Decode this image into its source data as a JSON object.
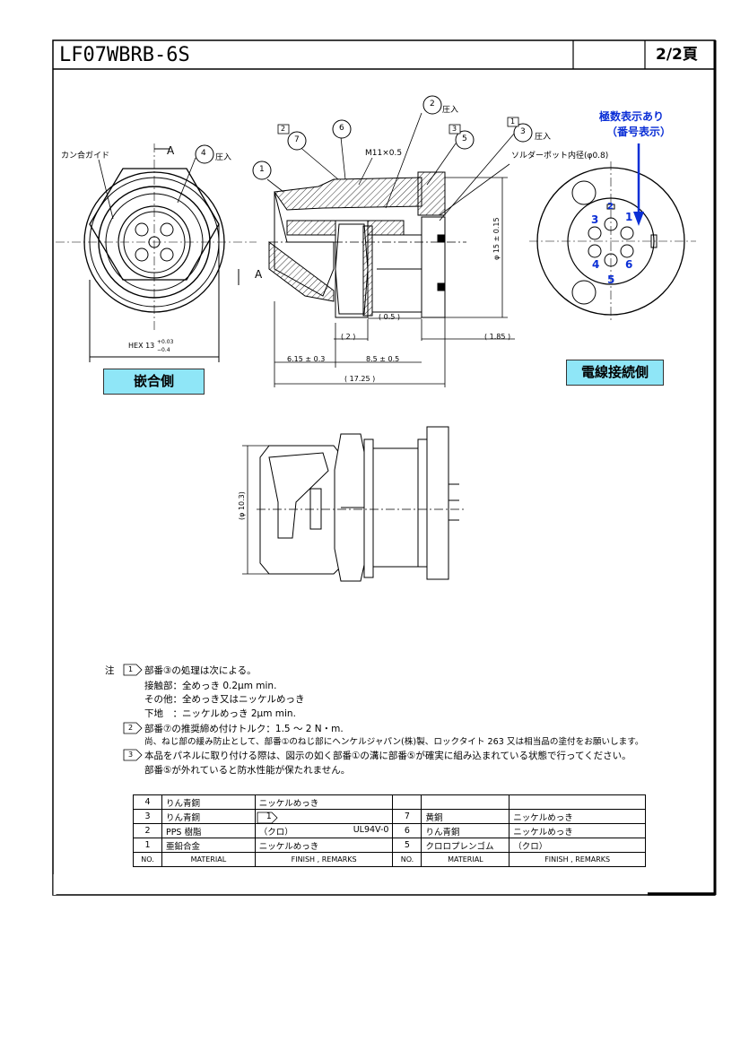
{
  "header": {
    "part_no": "LF07WBRB-6S",
    "page": "2/2頁"
  },
  "views": {
    "mating_side": "嵌合側",
    "wire_side": "電線接続側",
    "polarity_note": [
      "極数表示あり",
      "（番号表示）"
    ],
    "section_marker": "A",
    "can_guide": "カン合ガイド",
    "solder_pot": "ソルダーポット内径(φ0.8)",
    "thread": "M11×0.5",
    "press_fit": "圧入"
  },
  "dimensions": {
    "hex": "HEX 13",
    "hex_tol_plus": "+0.03",
    "hex_tol_minus": "−0.4",
    "d1": "6.15 ± 0.3",
    "d2": "8.5 ± 0.5",
    "d3": "( 17.25 )",
    "d4": "( 2 )",
    "d5": "( 0.5 )",
    "d6": "( 1.85 )",
    "dia15": "φ 15 ± 0.15",
    "dia103": "(φ 10.3)"
  },
  "balloons": [
    "1",
    "2",
    "3",
    "4",
    "5",
    "6",
    "7"
  ],
  "pins": [
    "1",
    "2",
    "3",
    "4",
    "5",
    "6"
  ],
  "notes": {
    "prefix": "注",
    "n1_tag": "1",
    "n1": "部番③の処理は次による。",
    "n1a": "接触部：全めっき 0.2μm min.",
    "n1b": "その他：全めっき又はニッケルめっき",
    "n1c": "下地　：ニッケルめっき 2μm min.",
    "n2_tag": "2",
    "n2": "部番⑦の推奨締め付けトルク：1.5 ～ 2 N・m.",
    "n2a": "尚、ねじ部の緩み防止として、部番①のねじ部にヘンケルジャパン(株)製、ロックタイト 263 又は相当品の塗付をお願いします。",
    "n3_tag": "3",
    "n3": "本品をパネルに取り付ける際は、図示の如く部番①の溝に部番⑤が確実に組み込まれている状態で行ってください。",
    "n3a": "部番⑤が外れていると防水性能が保たれません。"
  },
  "bom": {
    "headers": [
      "NO.",
      "MATERIAL",
      "FINISH , REMARKS",
      "NO.",
      "MATERIAL",
      "FINISH , REMARKS"
    ],
    "rows": [
      [
        "4",
        "りん青銅",
        "ニッケルめっき",
        "",
        "",
        "",
        ""
      ],
      [
        "3",
        "りん青銅",
        "1",
        "",
        "7",
        "黄銅",
        "ニッケルめっき"
      ],
      [
        "2",
        "PPS 樹脂",
        "（クロ）",
        "UL94V-0",
        "6",
        "りん青銅",
        "ニッケルめっき"
      ],
      [
        "1",
        "亜鉛合金",
        "ニッケルめっき",
        "",
        "5",
        "クロロプレンゴム",
        "（クロ）"
      ]
    ]
  }
}
